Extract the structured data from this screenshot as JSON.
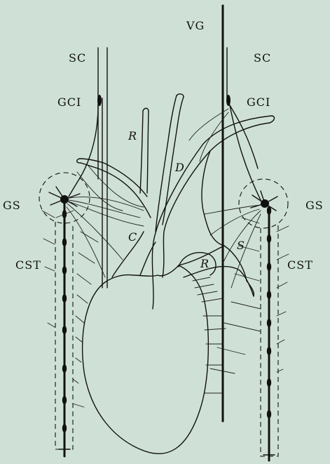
{
  "labels": {
    "vg": "VG",
    "sc_left": "SC",
    "sc_right": "SC",
    "gci_left": "GCI",
    "gci_right": "GCI",
    "gs_left": "GS",
    "gs_right": "GS",
    "cst_left": "CST",
    "cst_right": "CST",
    "r_upper": "R",
    "r_lower": "R",
    "d": "D",
    "c": "C",
    "s": "S"
  },
  "colors": {
    "background": "#cfe1d6",
    "ink": "#111111"
  }
}
